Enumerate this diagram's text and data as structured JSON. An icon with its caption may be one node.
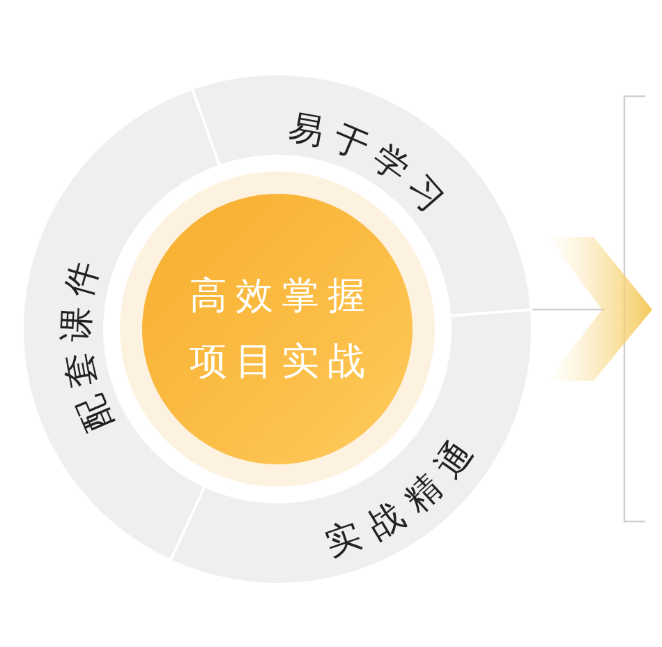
{
  "diagram": {
    "nodes": [
      {
        "text": [
          "高效掌握项目实战"
        ]
      },
      {
        "text": [
          "易于学习"
        ]
      },
      {
        "text": [
          "配套课件"
        ]
      },
      {
        "text": [
          "实战精通"
        ]
      }
    ]
  }
}
